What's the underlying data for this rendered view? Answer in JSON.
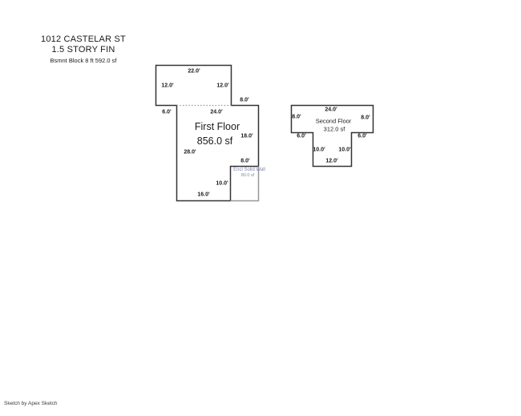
{
  "header": {
    "address": "1012 CASTELAR ST",
    "story": "1.5 STORY FIN",
    "basement": "Bsmnt Block 8 ft 592.0 sf"
  },
  "colors": {
    "wall": "#333333",
    "wall_light": "#979797",
    "encl_text": "#7d88b0"
  },
  "first_floor": {
    "label": "First Floor",
    "area": "856.0 sf",
    "dim_top": "22.0'",
    "dim_upper_left": "12.0'",
    "dim_upper_right": "12.0'",
    "dim_step_right": "8.0'",
    "dim_step_left": "6.0'",
    "dim_shared": "24.0'",
    "dim_right": "18.0'",
    "dim_left": "28.0'",
    "dim_encl_top": "8.0'",
    "dim_encl_side": "10.0'",
    "dim_bottom": "16.0'"
  },
  "encl_wall": {
    "label": "Encl Solid Wall",
    "area": "80.0 sf"
  },
  "second_floor": {
    "label": "Second Floor",
    "area": "312.0 sf",
    "dim_top": "24.0'",
    "dim_left": "8.0'",
    "dim_right": "8.0'",
    "dim_step_left": "6.0'",
    "dim_step_right": "6.0'",
    "dim_ext_left": "10.0'",
    "dim_ext_right": "10.0'",
    "dim_bottom": "12.0'"
  },
  "footer": {
    "credit": "Sketch by Apex Sketch"
  }
}
